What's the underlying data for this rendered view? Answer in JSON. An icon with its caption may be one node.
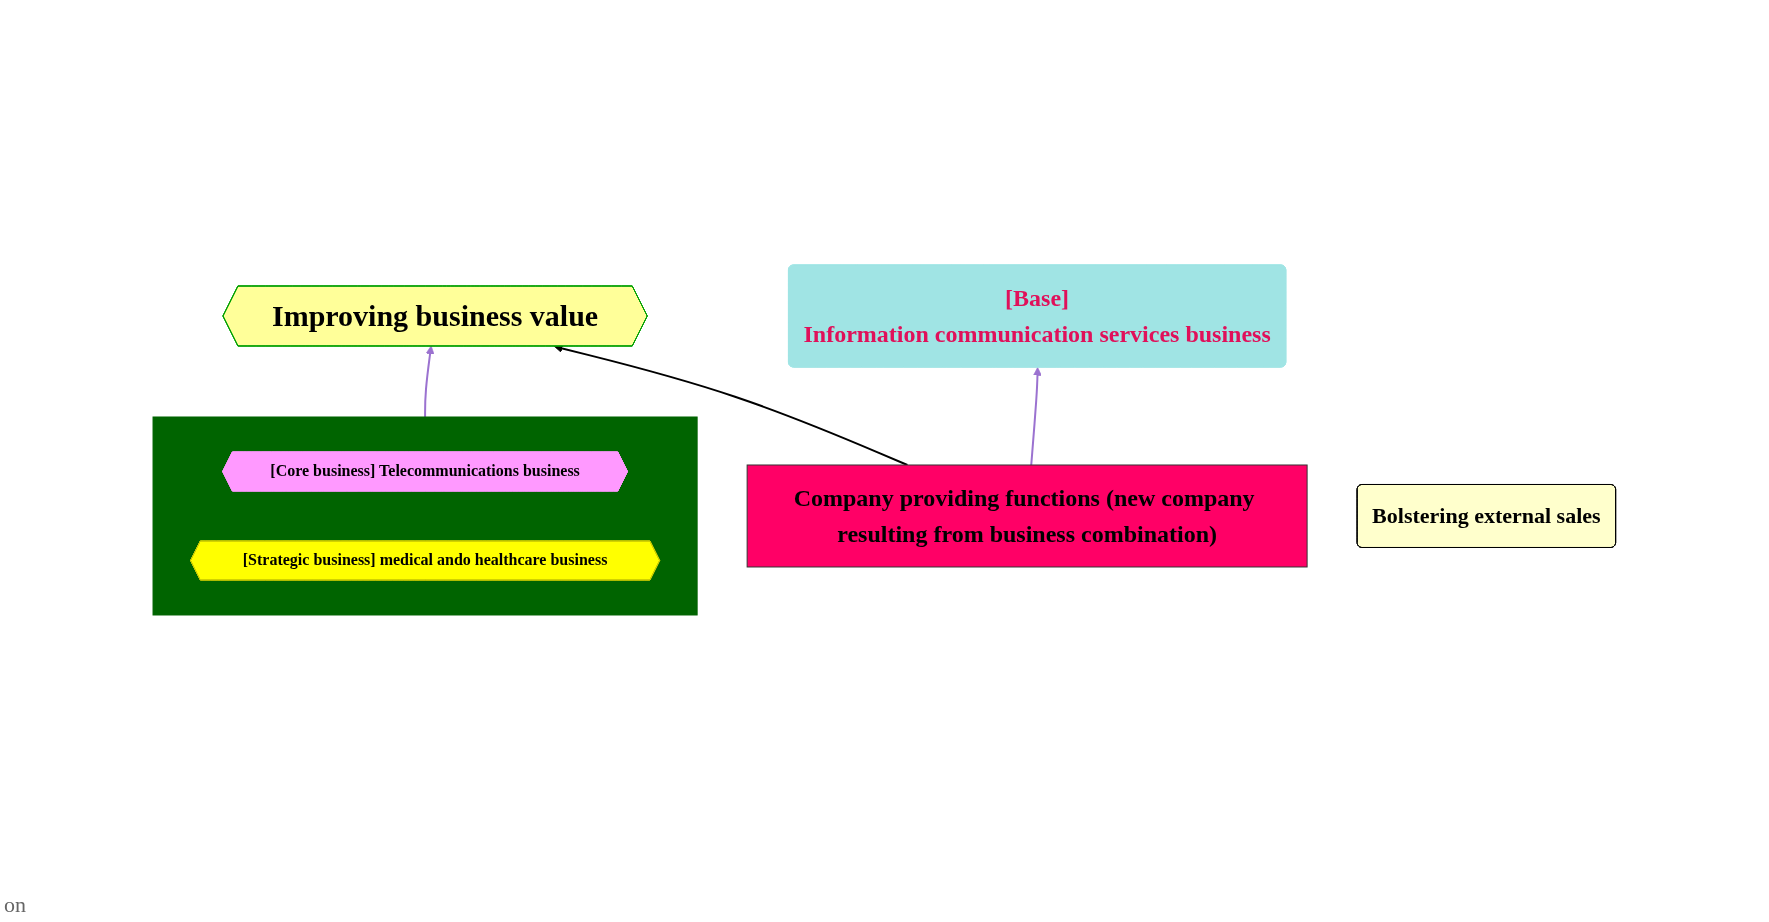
{
  "diagram": {
    "nodes": [
      {
        "text": [
          "Improving business value"
        ]
      },
      {
        "text": [],
        "shape": "box"
      },
      {
        "text": [
          "[Core business] Telecommunications business"
        ],
        "in": 1
      },
      {
        "text": [
          "[Strategic business] medical ando healthcare business"
        ],
        "in": 1
      },
      {
        "text": [
          "[Base]",
          "Information communication services business"
        ]
      },
      {
        "text": [
          "Company providing functions (new company resulting from business combination)"
        ]
      },
      {
        "text": [
          "Bolstering external sales"
        ]
      }
    ],
    "edges": [
      {
        "from": 1,
        "to": 0,
        "arrow": "to",
        "color": "#9b72d0"
      },
      {
        "from": 5,
        "to": 4,
        "arrow": "to",
        "color": "#9b72d0"
      },
      {
        "from": 5,
        "to": 0,
        "arrow": "to",
        "color": "#000000"
      }
    ],
    "labels": [
      "on"
    ]
  }
}
